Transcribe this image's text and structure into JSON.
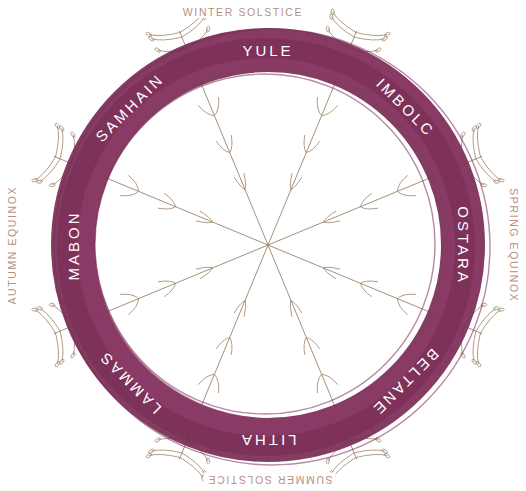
{
  "diagram": {
    "nodes": [
      {
        "text": [
          "YULE",
          "IMBOLC",
          "OSTARA",
          "BELTANE",
          "LITHA",
          "LAMMAS",
          "MABON",
          "SAMHAIN"
        ]
      }
    ],
    "labels": [
      "WINTER SOLSTICE",
      "SPRING EQUINOX",
      "SUMMER SOLSTICE",
      "AUTUMN EQUINOX"
    ]
  }
}
